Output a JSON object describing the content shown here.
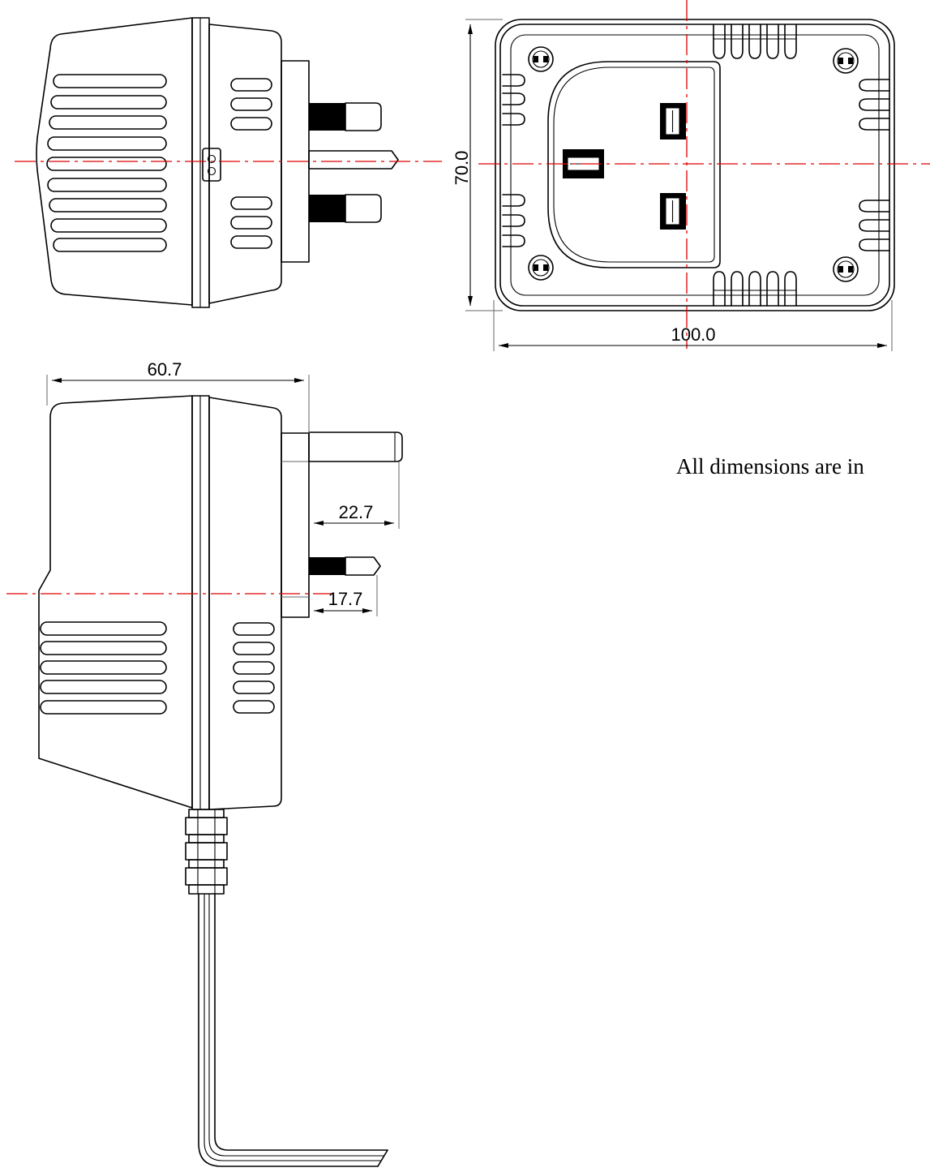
{
  "dimensions": {
    "overall_width": "100.0",
    "overall_height": "70.0",
    "body_depth": "60.7",
    "earth_pin_length": "22.7",
    "live_pin_length": "17.7"
  },
  "note": "All dimensions are in"
}
